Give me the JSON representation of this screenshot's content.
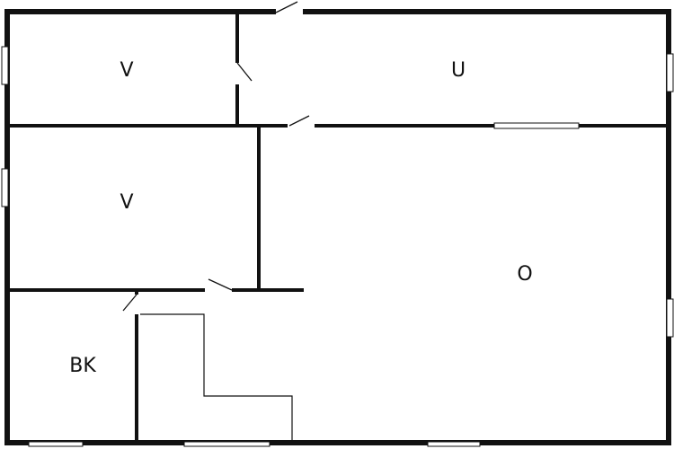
{
  "rooms": [
    {
      "id": "v-top",
      "label": "V"
    },
    {
      "id": "u",
      "label": "U"
    },
    {
      "id": "v-mid",
      "label": "V"
    },
    {
      "id": "o",
      "label": "O"
    },
    {
      "id": "bk",
      "label": "BK"
    }
  ],
  "colors": {
    "wall": "#111111",
    "background": "#ffffff"
  }
}
